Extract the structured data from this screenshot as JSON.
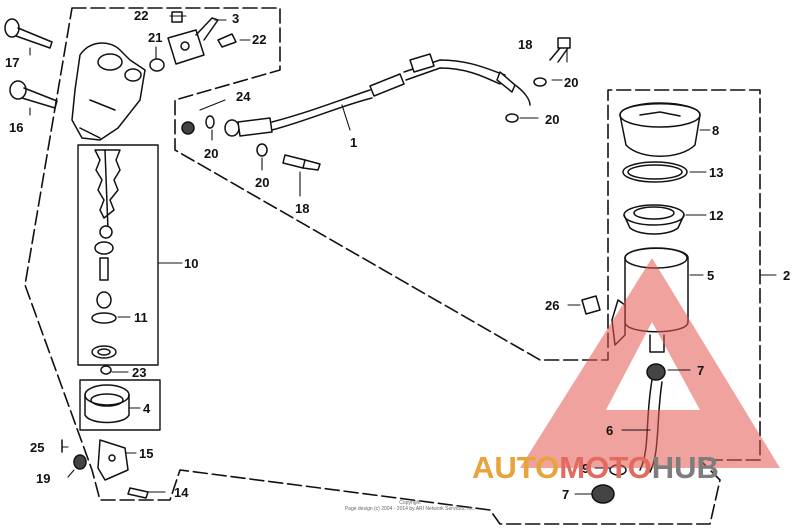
{
  "callouts": {
    "n1": "1",
    "n2": "2",
    "n3": "3",
    "n4": "4",
    "n5": "5",
    "n6": "6",
    "n7a": "7",
    "n7b": "7",
    "n8": "8",
    "n9": "9",
    "n10": "10",
    "n11": "11",
    "n12": "12",
    "n13": "13",
    "n14": "14",
    "n15": "15",
    "n16": "16",
    "n17": "17",
    "n18a": "18",
    "n18b": "18",
    "n19": "19",
    "n20a": "20",
    "n20b": "20",
    "n20c": "20",
    "n20d": "20",
    "n21": "21",
    "n22a": "22",
    "n22b": "22",
    "n23": "23",
    "n24": "24",
    "n25": "25",
    "n26": "26"
  },
  "watermark": {
    "part1": "AUTO",
    "part2": "MOTO",
    "part3": "HUB",
    "colors": {
      "auto": "#e8a33a",
      "moto": "#e26a5f",
      "hub": "#7d7d7d",
      "triangle": "#e3574f"
    }
  },
  "copyright": {
    "line1": "Copyright",
    "line2": "Page design (c) 2004 - 2014 by ARI Network Services, Inc."
  }
}
